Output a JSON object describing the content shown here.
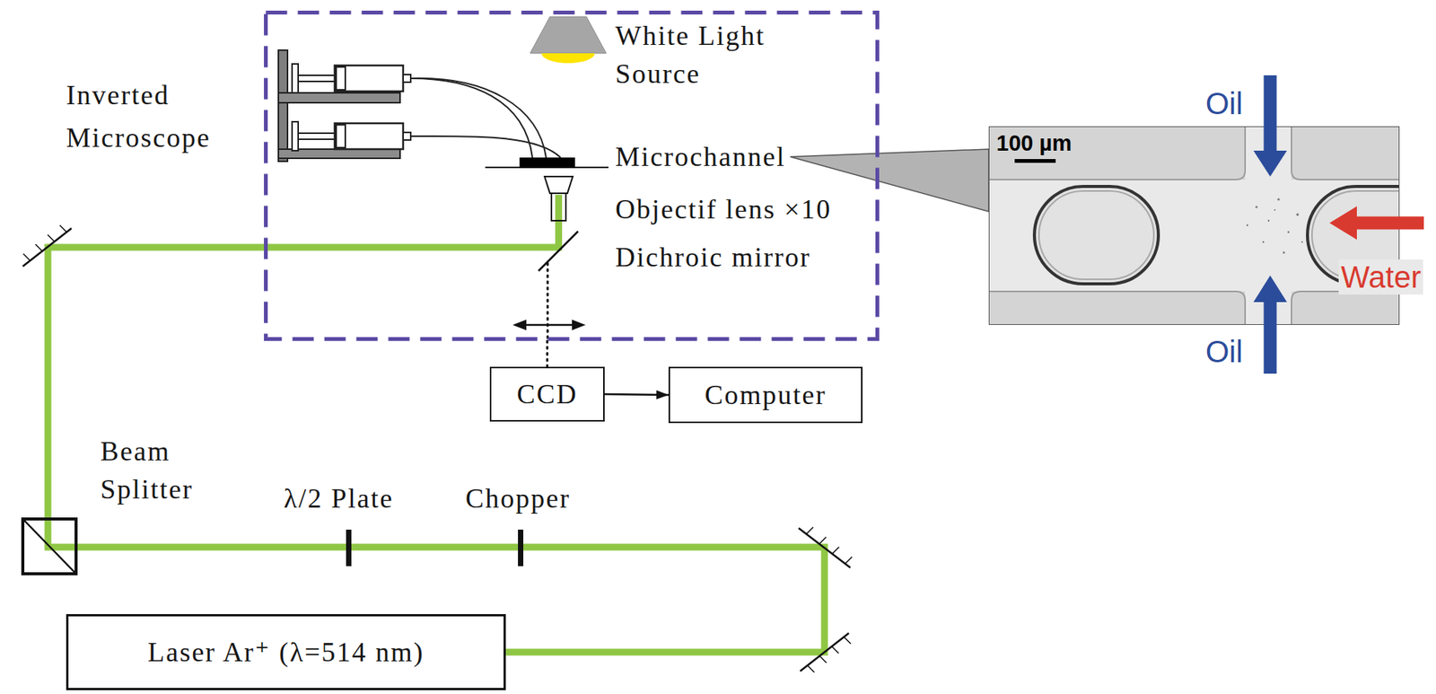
{
  "diagram": {
    "nodes": [
      {
        "text": [
          "Inverted Microscope"
        ]
      },
      {
        "text": [
          "CCD"
        ]
      },
      {
        "text": [
          "Computer"
        ]
      },
      {
        "text": [
          "Laser Ar⁺ (λ=514 nm)"
        ]
      }
    ],
    "edges": [
      {
        "from": 3,
        "to": 0,
        "arrow": "none"
      },
      {
        "from": 0,
        "to": 1,
        "arrow": "none"
      },
      {
        "from": 1,
        "to": 2,
        "arrow": "to"
      }
    ],
    "labels": [
      "White Light Source",
      "Microchannel",
      "Objectif lens ×10",
      "Dichroic mirror",
      "Beam Splitter",
      "λ/2 Plate",
      "Chopper",
      "100 µm",
      "Oil",
      "Oil",
      "Water"
    ]
  }
}
